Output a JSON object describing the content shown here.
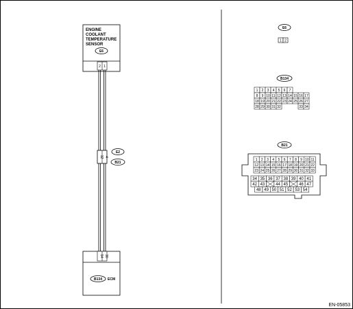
{
  "sensor": {
    "lines": [
      "ENGINE",
      "COOLANT",
      "TEMPERATURE",
      "SENSOR"
    ],
    "connector": "E6",
    "pins": [
      "2",
      "1"
    ]
  },
  "joint": {
    "labels": [
      "E2",
      "B21"
    ],
    "pins": [
      "12",
      "4"
    ]
  },
  "ecm": {
    "connector": "B134",
    "label": "ECM",
    "pins": [
      "14",
      "30"
    ]
  },
  "connectors": {
    "e6": {
      "label": "E6",
      "pins": [
        "1",
        "2"
      ]
    },
    "b134": {
      "label": "B134",
      "rows": [
        [
          "1",
          "2",
          "3",
          "4",
          "5",
          "6",
          "7"
        ],
        [
          "8",
          "9",
          "10",
          "11",
          "12",
          "13",
          "14",
          "15",
          "16",
          "17"
        ],
        [
          "18",
          "19",
          "20",
          "21",
          "22",
          "23",
          "24",
          "25",
          "26",
          "27"
        ],
        [
          "28",
          "29",
          "30",
          "31",
          "32",
          "",
          "",
          "",
          "33",
          "34"
        ]
      ]
    },
    "b21": {
      "label": "B21",
      "rows_top": [
        [
          "1",
          "2",
          "3",
          "4",
          "5",
          "6",
          "7",
          "8",
          "9",
          "10",
          "11"
        ],
        [
          "12",
          "13",
          "14",
          "15",
          "16",
          "17",
          "18",
          "19",
          "20",
          "21",
          "22"
        ],
        [
          "23",
          "24",
          "25",
          "26",
          "27",
          "28",
          "29",
          "30",
          "31",
          "32",
          "33"
        ]
      ],
      "rows_bottom": [
        [
          "34",
          "35",
          "36",
          "37",
          "38",
          "39",
          "40",
          "41"
        ],
        [
          "42",
          "43",
          "X",
          "44",
          "45",
          "X",
          "46",
          "47"
        ],
        [
          "48",
          "49",
          "50",
          "51",
          "52",
          "53",
          "54"
        ]
      ]
    }
  },
  "figure_id": "EN-05853"
}
